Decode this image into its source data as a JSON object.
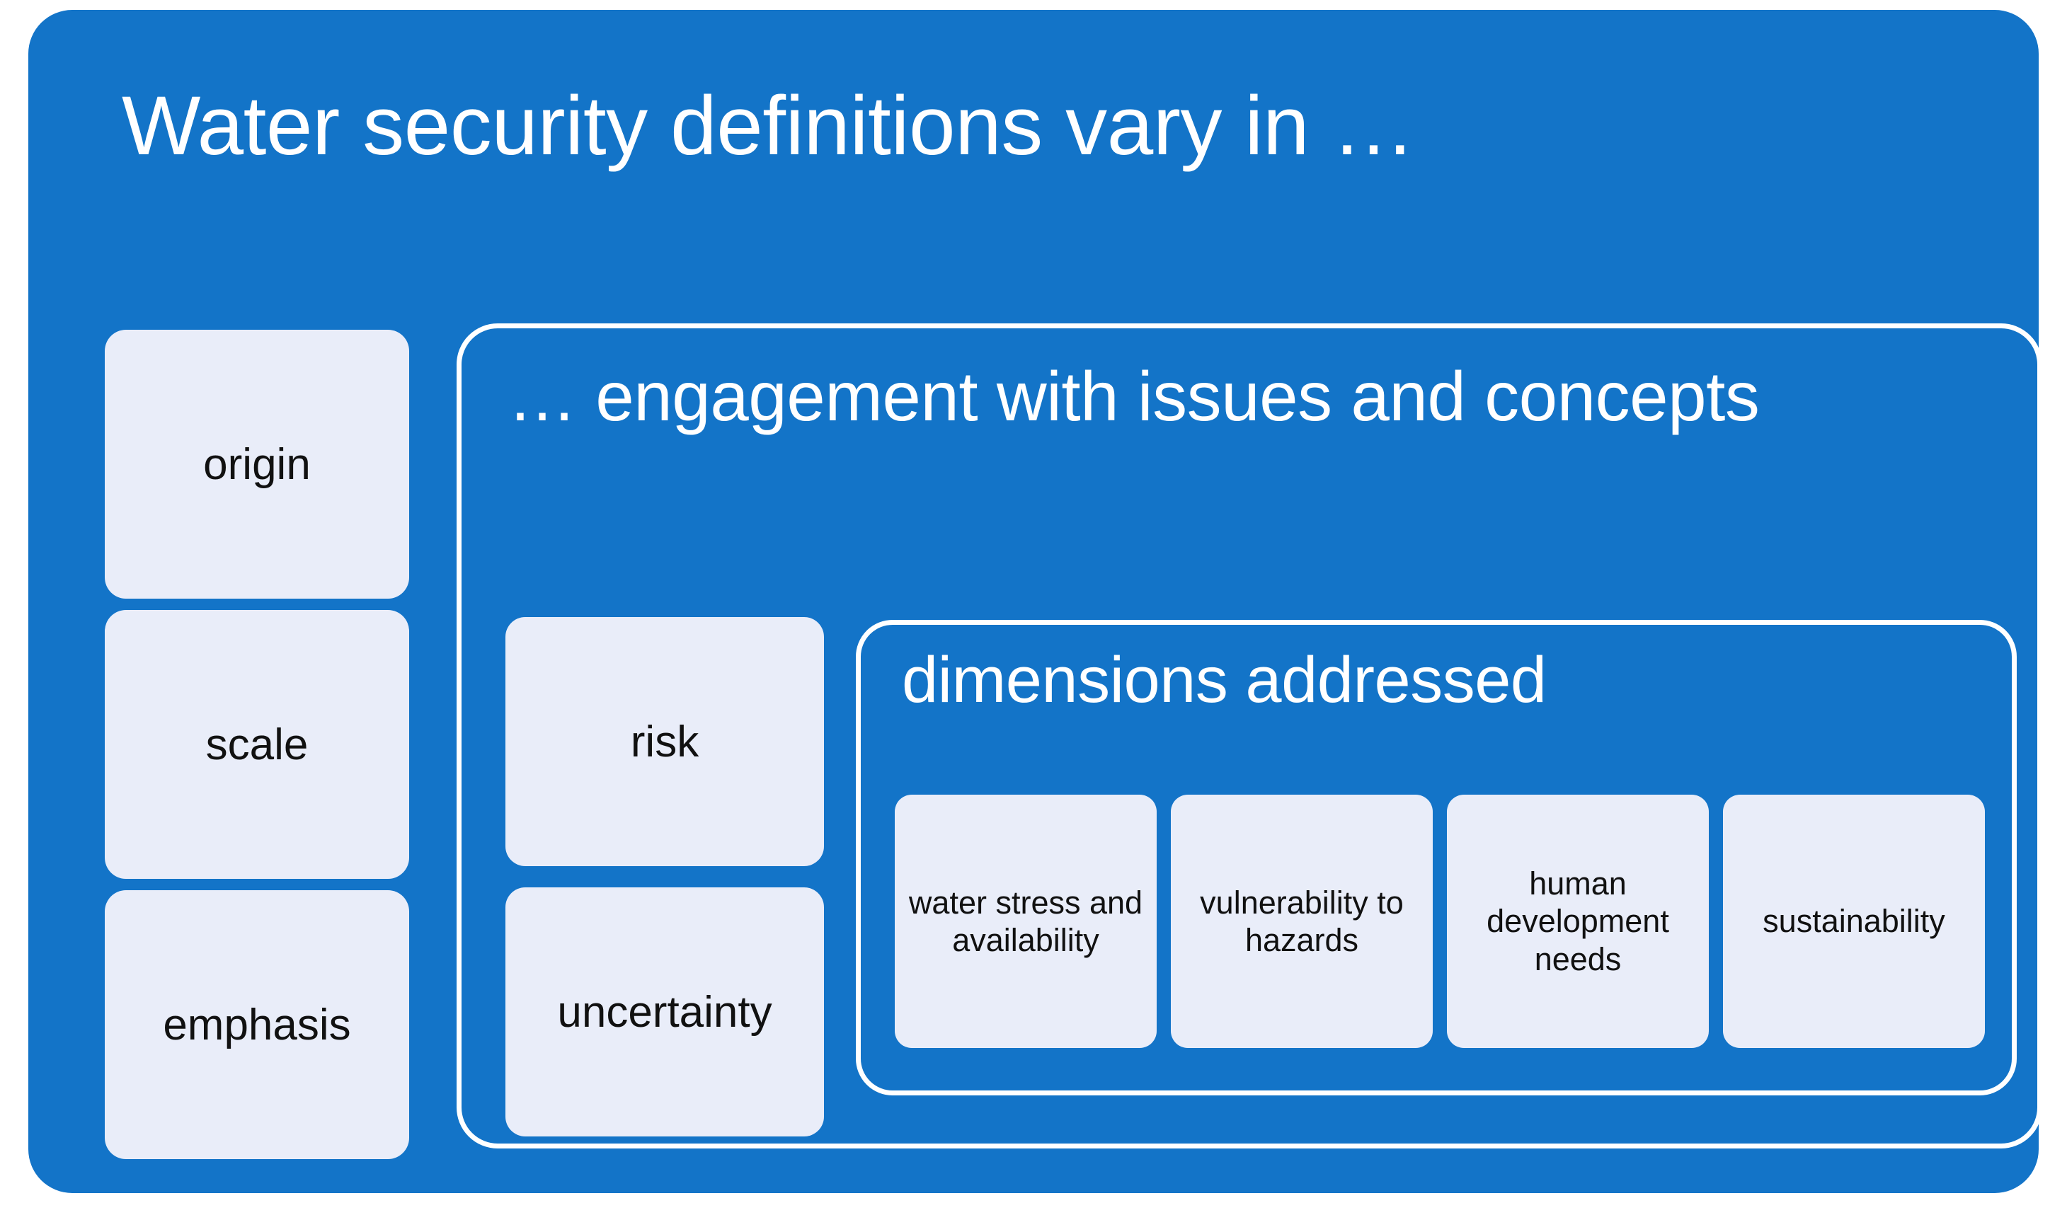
{
  "colors": {
    "card_blue": "#1374C8",
    "chip_fill": "#E9EDF9",
    "outline_white": "#FFFFFF",
    "chip_text": "#111111"
  },
  "diagram": {
    "title": "Water security definitions vary in …",
    "aspects": [
      {
        "label": "origin"
      },
      {
        "label": "scale"
      },
      {
        "label": "emphasis"
      }
    ],
    "engagement": {
      "title": "… engagement with issues and concepts",
      "concepts": [
        {
          "label": "risk"
        },
        {
          "label": "uncertainty"
        }
      ],
      "dimensions": {
        "title": "dimensions addressed",
        "items": [
          {
            "label": "water stress and availability"
          },
          {
            "label": "vulnerability to hazards"
          },
          {
            "label": "human development needs"
          },
          {
            "label": "sustainability"
          }
        ]
      }
    }
  }
}
